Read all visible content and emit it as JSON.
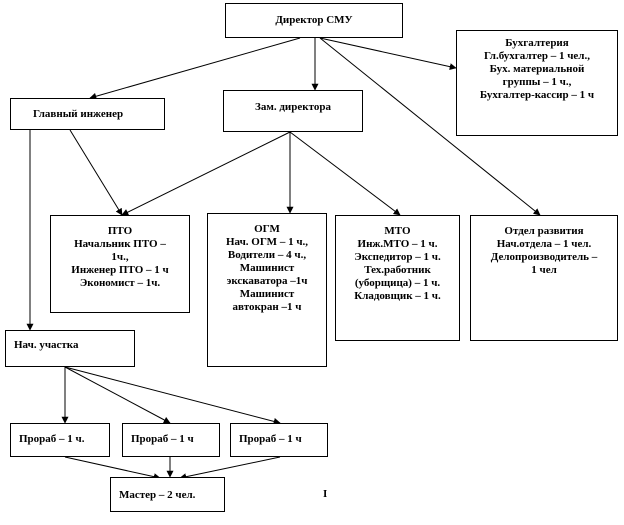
{
  "nodes": {
    "director": {
      "lines": [
        "Директор СМУ"
      ]
    },
    "accounting": {
      "lines": [
        "Бухгалтерия",
        "Гл.бухгалтер  – 1 чел.,",
        "Бух. материальной",
        "группы – 1 ч.,",
        "Бухгалтер-кассир  – 1 ч"
      ]
    },
    "chief_engineer": {
      "lines": [
        "Главный инженер"
      ]
    },
    "deputy_director": {
      "lines": [
        "Зам. директора"
      ]
    },
    "pto": {
      "lines": [
        "ПТО",
        "Начальник ПТО –",
        "1ч.,",
        "Инженер ПТО – 1 ч",
        "Экономист – 1ч."
      ]
    },
    "ogm": {
      "lines": [
        "ОГМ",
        "Нач. ОГМ – 1 ч.,",
        "Водители  – 4 ч.,",
        "Машинист",
        "экскаватора –1ч",
        "Машинист",
        "автокран –1 ч"
      ]
    },
    "mto": {
      "lines": [
        "МТО",
        "Инж.МТО – 1 ч.",
        "Экспедитор – 1 ч.",
        "Тех.работник",
        "(уборщица) – 1 ч.",
        "Кладовщик  – 1 ч."
      ]
    },
    "development": {
      "lines": [
        "Отдел развития",
        "Нач.отдела  – 1 чел.",
        "Делопроизводитель  –",
        "1 чел"
      ]
    },
    "site_head": {
      "lines": [
        "Нач. участка"
      ]
    },
    "foreman_1": {
      "lines": [
        "Прораб – 1 ч."
      ]
    },
    "foreman_2": {
      "lines": [
        "Прораб – 1 ч"
      ]
    },
    "foreman_3": {
      "lines": [
        "Прораб – 1 ч"
      ]
    },
    "master": {
      "lines": [
        "Мастер – 2 чел."
      ]
    }
  },
  "stray_text": "I"
}
